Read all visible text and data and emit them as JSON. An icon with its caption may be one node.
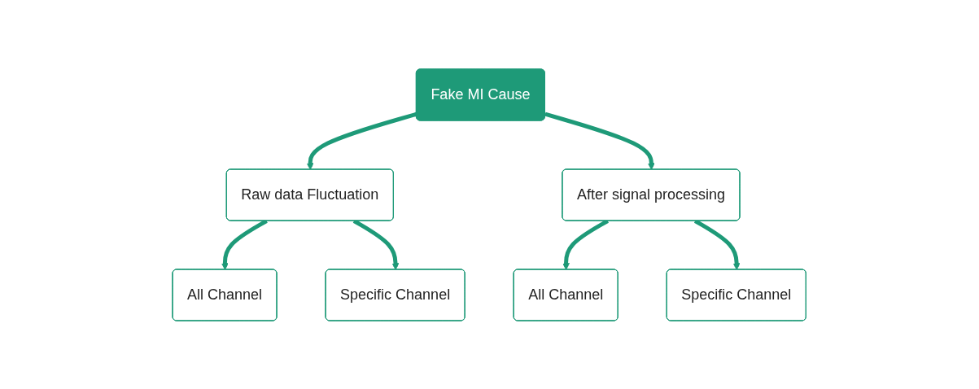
{
  "diagram": {
    "nodes": [
      {
        "text": [
          "Fake MI Cause"
        ]
      },
      {
        "text": [
          "Raw data Fluctuation"
        ]
      },
      {
        "text": [
          "After signal processing"
        ]
      },
      {
        "text": [
          "All Channel"
        ]
      },
      {
        "text": [
          "Specific Channel"
        ]
      },
      {
        "text": [
          "All Channel"
        ]
      },
      {
        "text": [
          "Specific Channel"
        ]
      }
    ],
    "edges": [
      {
        "from": 0,
        "to": 1,
        "arrow": "to"
      },
      {
        "from": 0,
        "to": 2,
        "arrow": "to"
      },
      {
        "from": 1,
        "to": 3,
        "arrow": "to"
      },
      {
        "from": 1,
        "to": 4,
        "arrow": "to"
      },
      {
        "from": 2,
        "to": 5,
        "arrow": "to"
      },
      {
        "from": 2,
        "to": 6,
        "arrow": "to"
      }
    ]
  }
}
